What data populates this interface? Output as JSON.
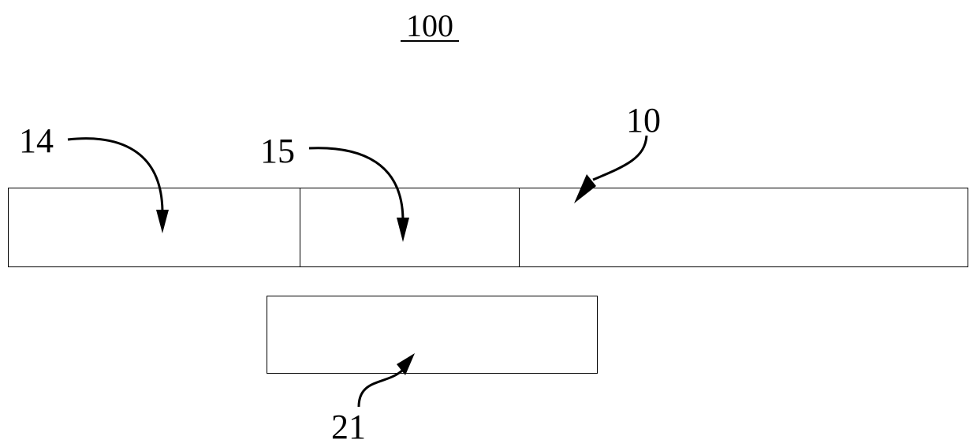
{
  "figure": {
    "title": "100",
    "labels": {
      "label_14": "14",
      "label_15": "15",
      "label_10": "10",
      "label_21": "21"
    }
  },
  "colors": {
    "ink": "#000000",
    "background": "#ffffff"
  }
}
